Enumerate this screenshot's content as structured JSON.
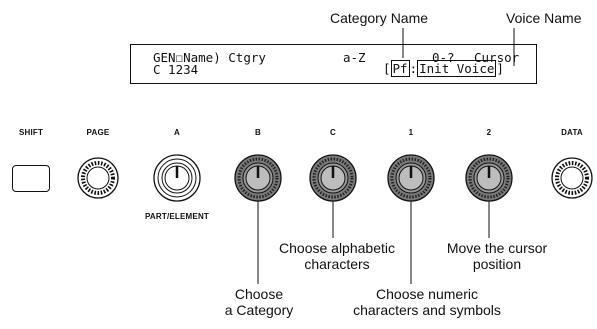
{
  "callouts": {
    "category_name": "Category Name",
    "voice_name": "Voice Name"
  },
  "lcd": {
    "line1_left": "GEN",
    "line1_cursor_char": "☐",
    "line1_mid": "Name) Ctgry",
    "line1_az": "a-Z",
    "line1_09": "0-?",
    "line1_cursor": "Cursor",
    "line2_left": "C 1234",
    "bracket_open": "[",
    "category_code": "Pf",
    "separator": ":",
    "voice_name": "Init Voice",
    "bracket_close": "]"
  },
  "panel": {
    "shift_label": "SHIFT",
    "page_label": "PAGE",
    "a_label": "A",
    "b_label": "B",
    "c_label": "C",
    "one_label": "1",
    "two_label": "2",
    "data_label": "DATA",
    "part_element_label": "PART/ELEMENT"
  },
  "annotations": {
    "alpha": [
      "Choose alphabetic",
      "characters"
    ],
    "cursor": [
      "Move the cursor",
      "position"
    ],
    "category": [
      "Choose",
      "a Category"
    ],
    "numeric": [
      "Choose numeric",
      "characters and symbols"
    ]
  }
}
